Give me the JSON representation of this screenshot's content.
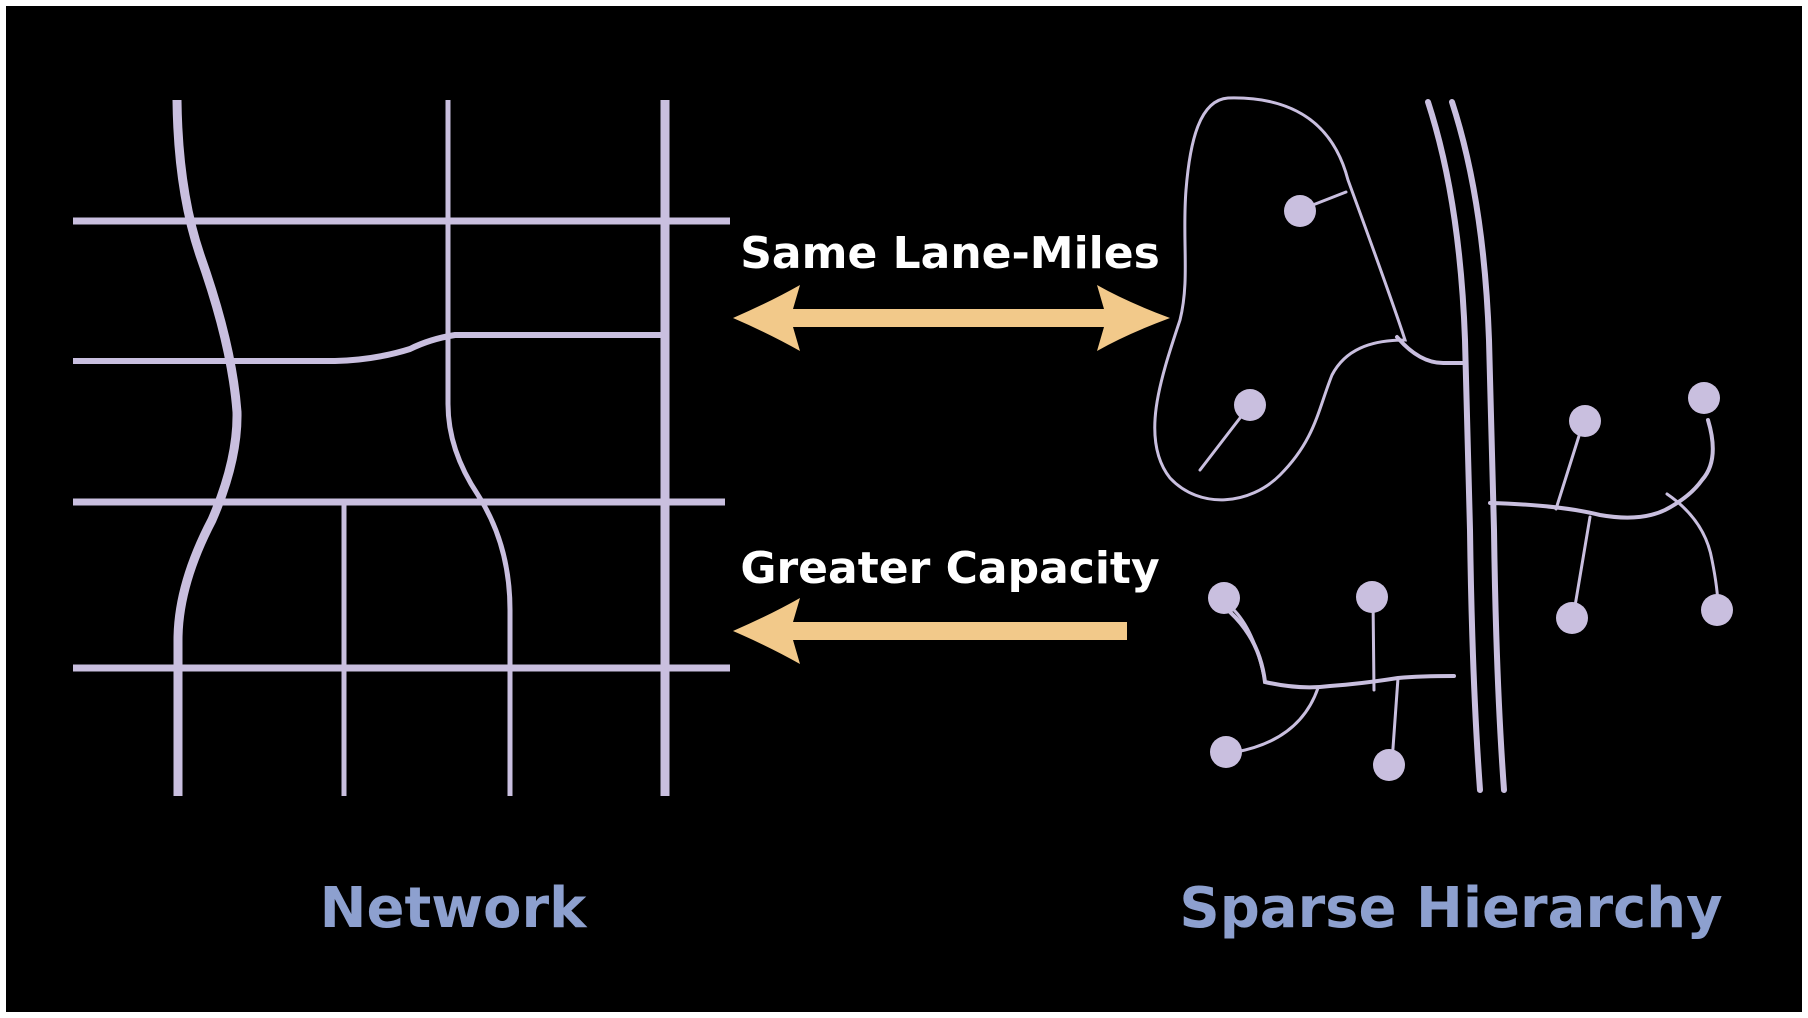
{
  "labels": {
    "top_arrow": "Same Lane-Miles",
    "bottom_arrow": "Greater Capacity",
    "left_caption": "Network",
    "right_caption": "Sparse Hierarchy"
  },
  "colors": {
    "background": "#000000",
    "road": "#c9bfdf",
    "arrow": "#f2c98a",
    "caption": "#8da0cf",
    "arrow_label": "#ffffff"
  }
}
